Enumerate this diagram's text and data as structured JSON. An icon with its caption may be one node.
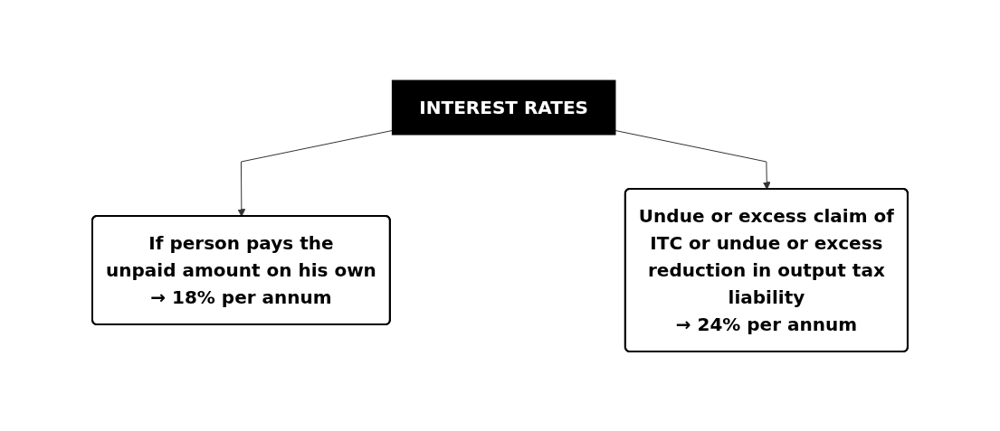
{
  "diagram": {
    "nodes": [
      {
        "text": [
          "INTEREST RATES"
        ]
      },
      {
        "text": [
          "If person pays the unpaid amount on his own",
          "→ 18% per annum"
        ]
      },
      {
        "text": [
          "Undue or excess claim of ITC or undue or excess reduction in output tax liability",
          "→ 24% per annum"
        ]
      }
    ],
    "edges": [
      {
        "from": 0,
        "to": 1,
        "arrow": "to"
      },
      {
        "from": 0,
        "to": 2,
        "arrow": "to"
      }
    ]
  }
}
